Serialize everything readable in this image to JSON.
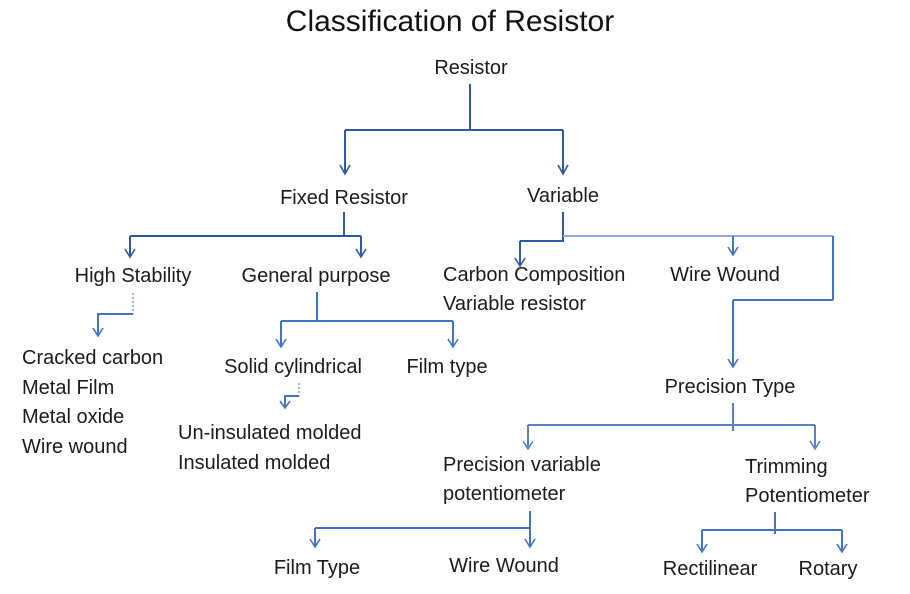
{
  "title": "Classification of Resistor",
  "colors": {
    "line_dark": "#2e5aa8",
    "line_mid": "#4472c4",
    "line_midlight": "#5b82c6",
    "line_light": "#8faadc",
    "text": "#1b1b1b"
  },
  "nodes": {
    "resistor": "Resistor",
    "fixed_resistor": "Fixed Resistor",
    "variable": "Variable",
    "high_stability": "High Stability",
    "general_purpose": "General purpose",
    "high_stability_types": {
      "l1": "Cracked carbon",
      "l2": "Metal Film",
      "l3": "Metal oxide",
      "l4": "Wire wound"
    },
    "solid_cylindrical": "Solid cylindrical",
    "film_type": "Film type",
    "molded_types": {
      "l1": "Un-insulated molded",
      "l2": "Insulated molded"
    },
    "carbon_composition": {
      "l1": "Carbon Composition",
      "l2": "Variable resistor"
    },
    "wire_wound": "Wire Wound",
    "precision_type": "Precision Type",
    "precision_variable": {
      "l1": "Precision variable",
      "l2": "potentiometer"
    },
    "trimming": {
      "l1": "Trimming",
      "l2": "Potentiometer"
    },
    "film_type_2": "Film Type",
    "wire_wound_2": "Wire Wound",
    "rectilinear": "Rectilinear",
    "rotary": "Rotary"
  }
}
